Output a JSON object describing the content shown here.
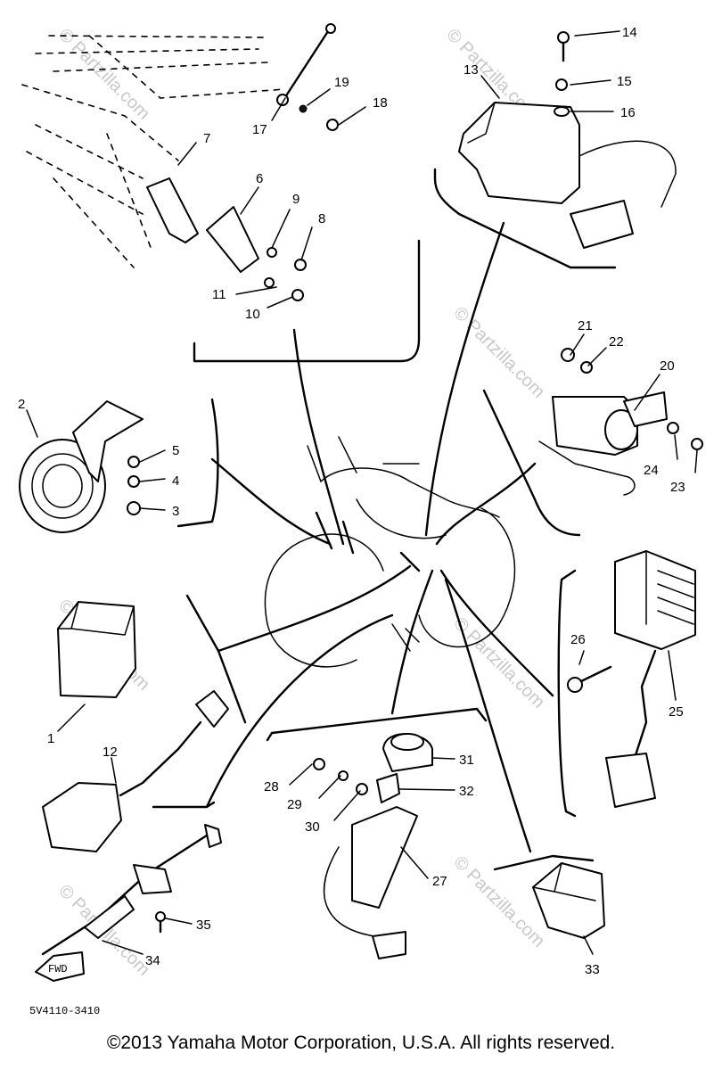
{
  "diagram": {
    "part_labels": [
      "1",
      "2",
      "3",
      "4",
      "5",
      "6",
      "7",
      "8",
      "9",
      "10",
      "11",
      "12",
      "13",
      "14",
      "15",
      "16",
      "17",
      "18",
      "19",
      "20",
      "21",
      "22",
      "23",
      "24",
      "25",
      "26",
      "27",
      "28",
      "29",
      "30",
      "31",
      "32",
      "33",
      "34",
      "35"
    ],
    "drawing_code": "5V4110-3410",
    "direction_tag": "FWD"
  },
  "watermark": {
    "text": "© Partzilla.com"
  },
  "footer": {
    "copyright": "©2013 Yamaha Motor Corporation, U.S.A. All rights reserved."
  }
}
